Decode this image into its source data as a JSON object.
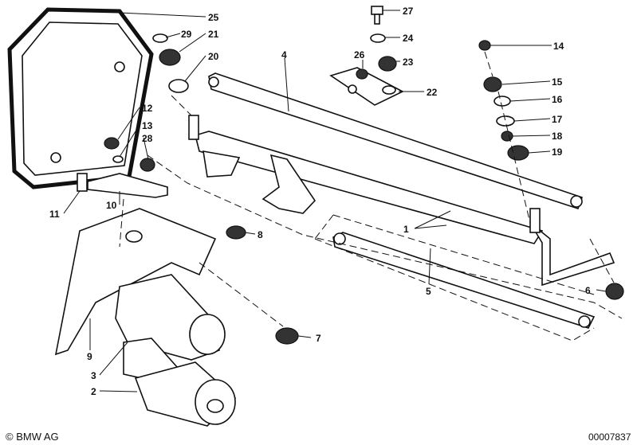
{
  "callouts": [
    "25",
    "29",
    "21",
    "20",
    "12",
    "13",
    "28",
    "11",
    "10",
    "8",
    "7",
    "9",
    "3",
    "2",
    "4",
    "27",
    "24",
    "26",
    "23",
    "22",
    "14",
    "15",
    "16",
    "17",
    "18",
    "19",
    "1",
    "5",
    "6"
  ],
  "footer": {
    "copyright": "© BMW AG",
    "catalog_number": "00007837"
  }
}
